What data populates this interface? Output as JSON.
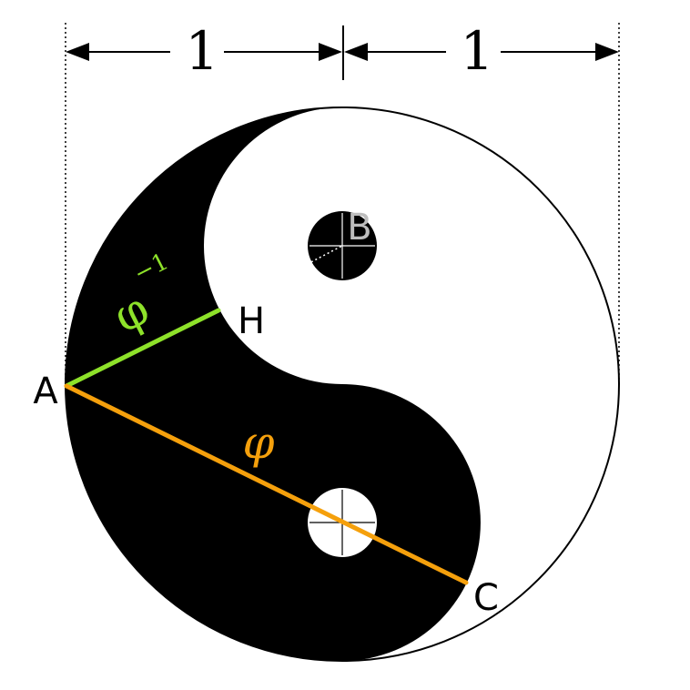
{
  "dimensions": {
    "left_label": "1",
    "right_label": "1"
  },
  "points": {
    "a": "A",
    "b": "B",
    "c": "C",
    "h": "H"
  },
  "segments": {
    "ah_label_base": "φ",
    "ah_label_exp": "−1",
    "ac_label": "φ"
  },
  "colors": {
    "dark": "#000000",
    "light": "#ffffff",
    "ah_segment": "#8ee22a",
    "ac_segment": "#f5a00c",
    "point_b": "#bdbdbd"
  }
}
